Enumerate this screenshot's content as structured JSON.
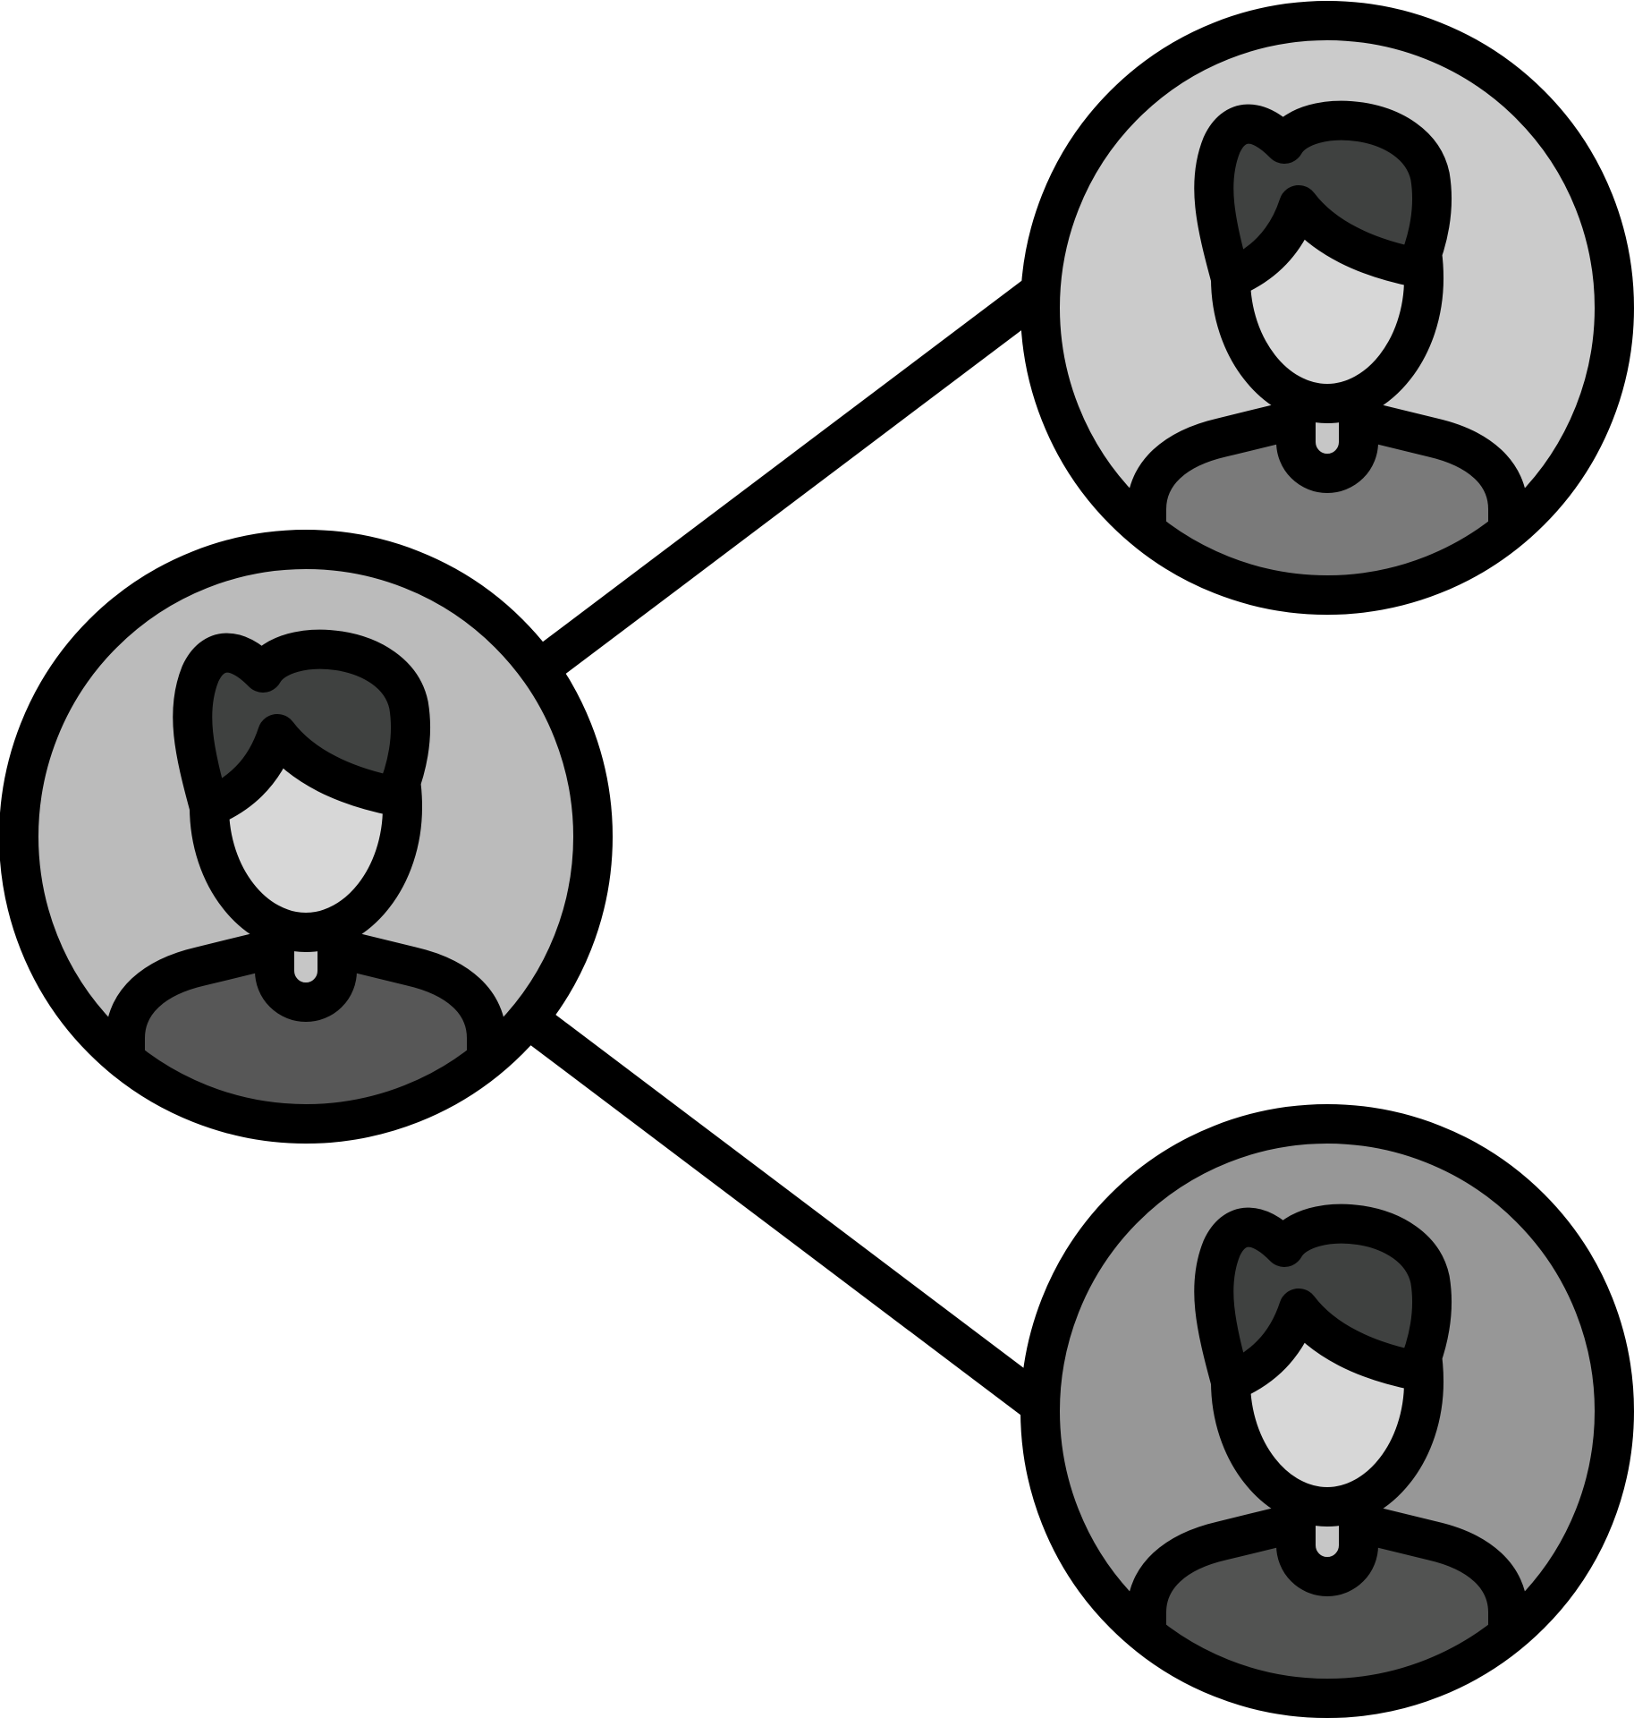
{
  "icon": {
    "name": "share-users-network-icon",
    "colors": {
      "stroke": "#000000",
      "hair": "#3f4140",
      "face": "#d7d7d7",
      "neck": "#c6c6c6"
    },
    "nodes": [
      {
        "name": "left-user",
        "bg": "#bbbbbb",
        "body": "#575757"
      },
      {
        "name": "top-right-user",
        "bg": "#cbcbcb",
        "body": "#7a7a7a"
      },
      {
        "name": "bottom-right-user",
        "bg": "#979797",
        "body": "#525352"
      }
    ]
  }
}
